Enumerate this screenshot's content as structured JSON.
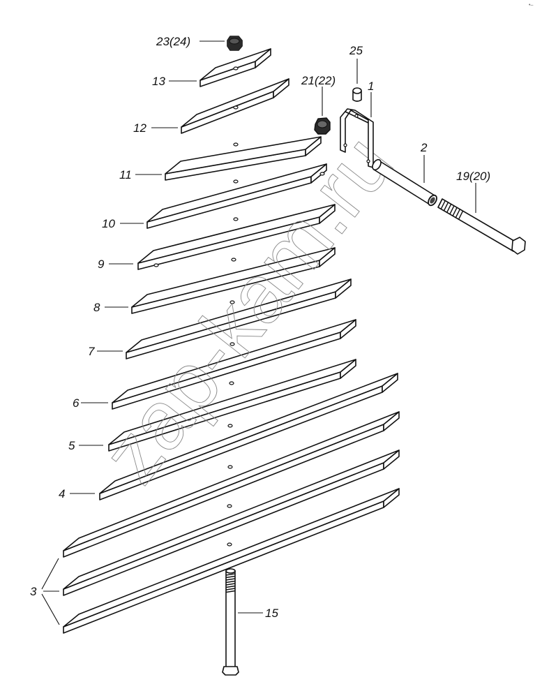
{
  "diagram": {
    "title": "Leaf spring assembly — exploded view",
    "watermark": "zap-kam.ru",
    "corner_mark": "•‒",
    "callouts": [
      {
        "id": "c-23",
        "label": "23(24)",
        "part": "nut"
      },
      {
        "id": "c-13",
        "label": "13",
        "part": "leaf 13"
      },
      {
        "id": "c-12",
        "label": "12",
        "part": "leaf 12"
      },
      {
        "id": "c-11",
        "label": "11",
        "part": "leaf 11"
      },
      {
        "id": "c-10",
        "label": "10",
        "part": "leaf 10"
      },
      {
        "id": "c-9",
        "label": "9",
        "part": "leaf 9"
      },
      {
        "id": "c-8",
        "label": "8",
        "part": "leaf 8"
      },
      {
        "id": "c-7",
        "label": "7",
        "part": "leaf 7"
      },
      {
        "id": "c-6",
        "label": "6",
        "part": "leaf 6"
      },
      {
        "id": "c-5",
        "label": "5",
        "part": "leaf 5"
      },
      {
        "id": "c-4",
        "label": "4",
        "part": "leaf 4"
      },
      {
        "id": "c-3",
        "label": "3",
        "part": "main leaves (x3)"
      },
      {
        "id": "c-15",
        "label": "15",
        "part": "center bolt"
      },
      {
        "id": "c-21",
        "label": "21(22)",
        "part": "nut"
      },
      {
        "id": "c-25",
        "label": "25",
        "part": "bushing"
      },
      {
        "id": "c-1",
        "label": "1",
        "part": "U-clamp"
      },
      {
        "id": "c-2",
        "label": "2",
        "part": "spacer tube"
      },
      {
        "id": "c-19",
        "label": "19(20)",
        "part": "clamp bolt"
      }
    ]
  }
}
